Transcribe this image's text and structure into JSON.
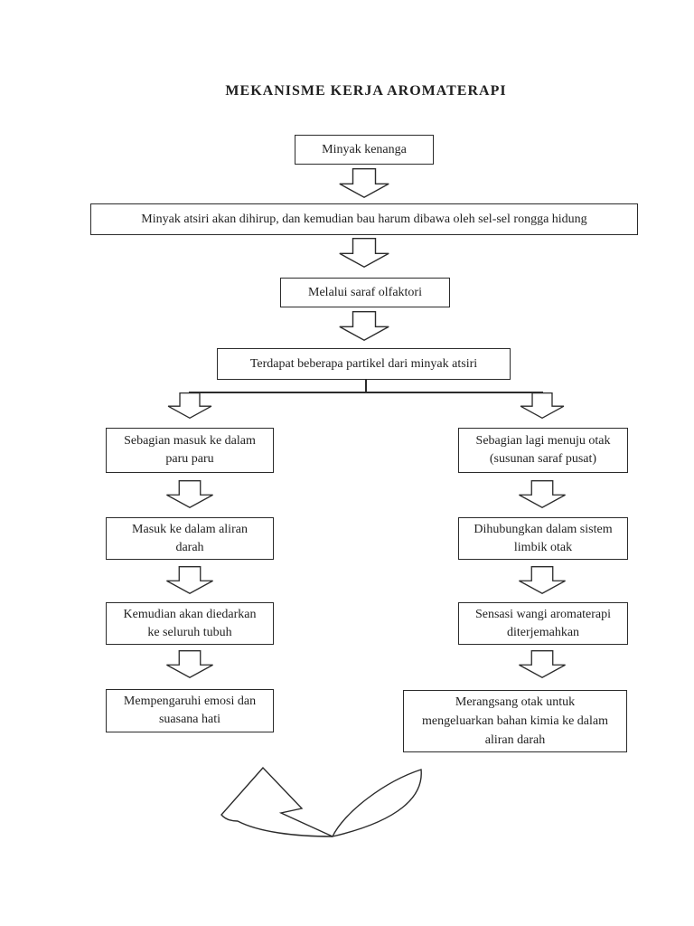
{
  "title": "MEKANISME KERJA AROMATERAPI",
  "flow": {
    "steps": [
      "Minyak kenanga",
      "Minyak atsiri akan dihirup, dan kemudian bau harum dibawa oleh sel-sel rongga hidung",
      "Melalui saraf olfaktori",
      "Terdapat beberapa partikel dari minyak atsiri"
    ],
    "left_branch": [
      "Sebagian masuk ke dalam\nparu paru",
      "Masuk ke dalam aliran\ndarah",
      "Kemudian akan diedarkan\nke seluruh tubuh",
      "Mempengaruhi emosi dan\nsuasana hati"
    ],
    "right_branch": [
      "Sebagian lagi menuju otak\n(susunan saraf pusat)",
      "Dihubungkan dalam sistem\nlimbik otak",
      "Sensasi wangi aromaterapi\nditerjemahkan",
      "Merangsang otak untuk\nmengeluarkan bahan kimia ke dalam\naliran darah"
    ]
  },
  "colors": {
    "page_background": "#ffffff",
    "line": "#2b2b2b",
    "text": "#1f1f1f"
  }
}
